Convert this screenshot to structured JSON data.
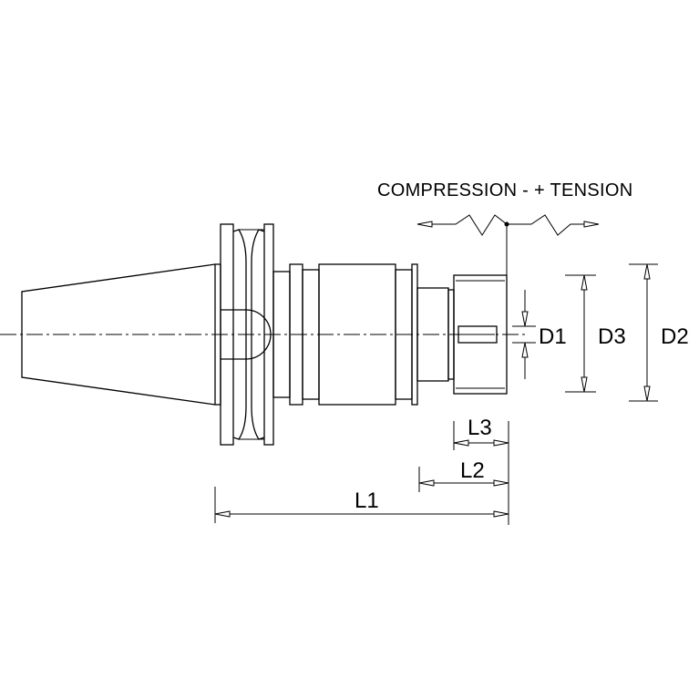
{
  "force_indicator": {
    "label": "COMPRESSION  -  + TENSION"
  },
  "dimensions": {
    "d1": "D1",
    "d2": "D2",
    "d3": "D3",
    "l1": "L1",
    "l2": "L2",
    "l3": "L3"
  }
}
